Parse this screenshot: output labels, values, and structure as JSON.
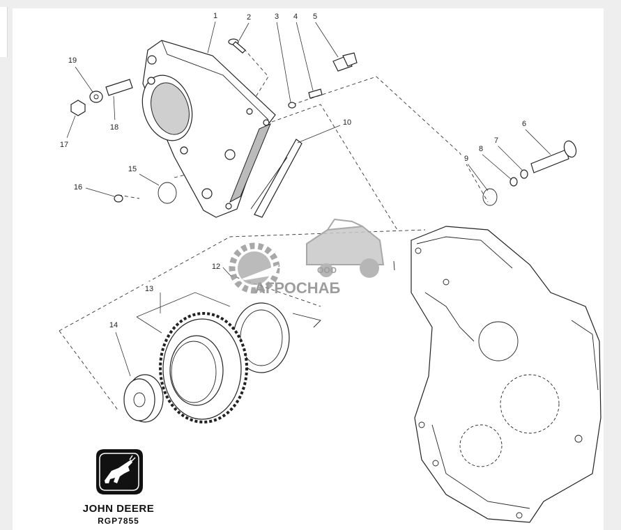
{
  "watermark": {
    "prefix": "ООО",
    "name": "АГРОСНАБ"
  },
  "brand": {
    "name": "JOHN DEERE",
    "code": "RGP7855"
  },
  "callouts": [
    {
      "id": "1",
      "label": "1"
    },
    {
      "id": "2",
      "label": "2"
    },
    {
      "id": "3",
      "label": "3"
    },
    {
      "id": "4",
      "label": "4"
    },
    {
      "id": "5",
      "label": "5"
    },
    {
      "id": "6",
      "label": "6"
    },
    {
      "id": "7",
      "label": "7"
    },
    {
      "id": "8",
      "label": "8"
    },
    {
      "id": "9",
      "label": "9"
    },
    {
      "id": "10",
      "label": "10"
    },
    {
      "id": "12",
      "label": "12"
    },
    {
      "id": "13",
      "label": "13"
    },
    {
      "id": "14",
      "label": "14"
    },
    {
      "id": "15",
      "label": "15"
    },
    {
      "id": "16",
      "label": "16"
    },
    {
      "id": "17",
      "label": "17"
    },
    {
      "id": "18",
      "label": "18"
    },
    {
      "id": "19",
      "label": "19"
    }
  ]
}
